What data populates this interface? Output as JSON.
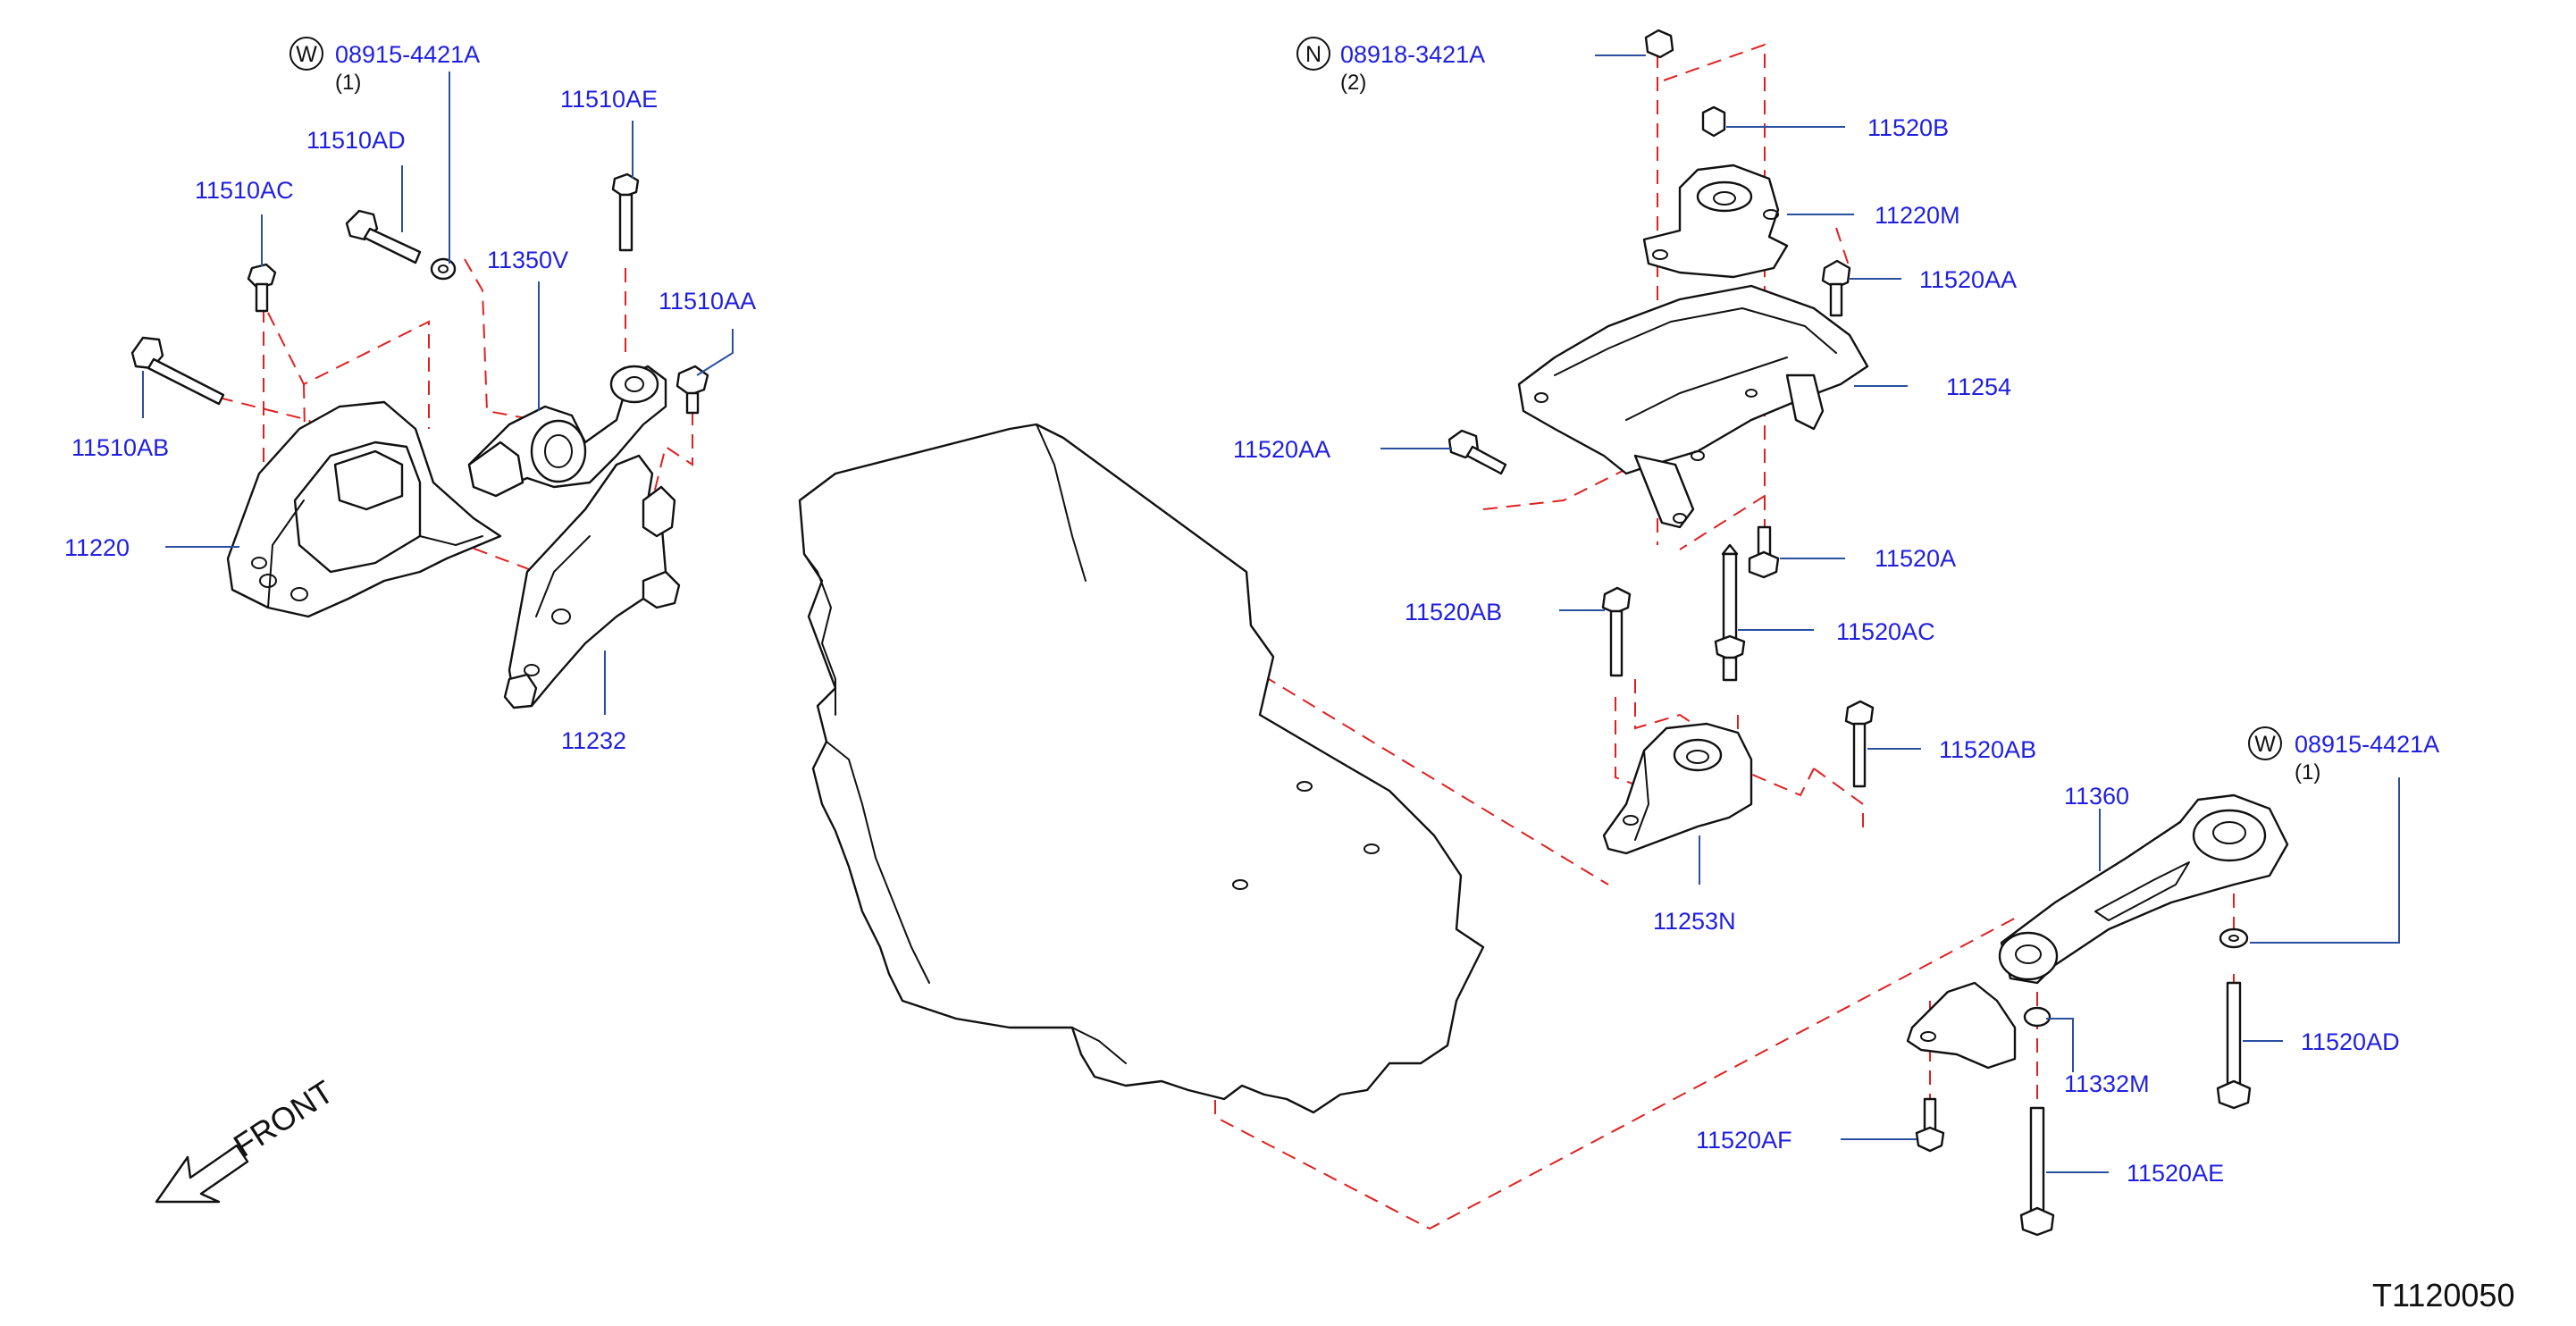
{
  "diagram": {
    "catalog_code": "T1120050",
    "direction_label": "FRONT",
    "callouts": [
      {
        "id": "w1",
        "symbol": "W",
        "part_no": "08915-4421A",
        "qty": "(1)"
      },
      {
        "id": "n1",
        "symbol": "N",
        "part_no": "08918-3421A",
        "qty": "(2)"
      },
      {
        "id": "w2",
        "symbol": "W",
        "part_no": "08915-4421A",
        "qty": "(1)"
      }
    ],
    "labels": {
      "p11510AD": "11510AD",
      "p11510AE": "11510AE",
      "p11510AC": "11510AC",
      "p11350V": "11350V",
      "p11510AA": "11510AA",
      "p11510AB": "11510AB",
      "p11220": "11220",
      "p11232": "11232",
      "p11520B": "11520B",
      "p11220M": "11220M",
      "p11520AA_a": "11520AA",
      "p11254": "11254",
      "p11520AA_b": "11520AA",
      "p11520A": "11520A",
      "p11520AB_a": "11520AB",
      "p11520AC": "11520AC",
      "p11520AB_b": "11520AB",
      "p11253N": "11253N",
      "p11360": "11360",
      "p11520AD": "11520AD",
      "p11332M": "11332M",
      "p11520AF": "11520AF",
      "p11520AE": "11520AE"
    },
    "colors": {
      "label_text": "#1f1fe0",
      "leader_line": "#2a4fa0",
      "alignment_dash": "#e02020",
      "drawing": "#111111"
    }
  }
}
